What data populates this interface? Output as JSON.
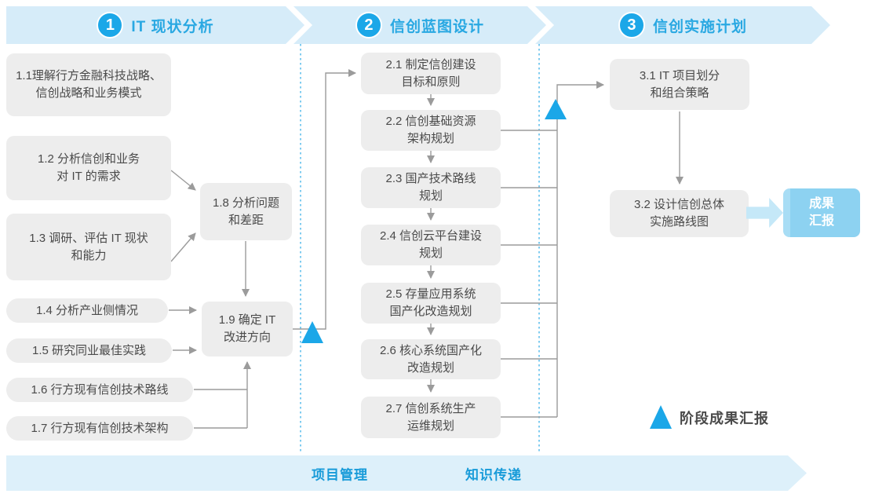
{
  "phases": [
    {
      "number": "1",
      "title": "IT 现状分析"
    },
    {
      "number": "2",
      "title": "信创蓝图设计"
    },
    {
      "number": "3",
      "title": "信创实施计划"
    }
  ],
  "steps": {
    "s1_1": "1.1理解行方金融科技战略、\n信创战略和业务模式",
    "s1_2": "1.2 分析信创和业务\n对 IT 的需求",
    "s1_3": "1.3 调研、评估 IT 现状\n和能力",
    "s1_4": "1.4 分析产业侧情况",
    "s1_5": "1.5 研究同业最佳实践",
    "s1_6": "1.6 行方现有信创技术路线",
    "s1_7": "1.7 行方现有信创技术架构",
    "s1_8": "1.8 分析问题\n和差距",
    "s1_9": "1.9 确定 IT\n改进方向",
    "s2_1": "2.1 制定信创建设\n目标和原则",
    "s2_2": "2.2 信创基础资源\n架构规划",
    "s2_3": "2.3 国产技术路线\n规划",
    "s2_4": "2.4 信创云平台建设\n规划",
    "s2_5": "2.5 存量应用系统\n国产化改造规划",
    "s2_6": "2.6 核心系统国产化\n改造规划",
    "s2_7": "2.7 信创系统生产\n运维规划",
    "s3_1": "3.1 IT 项目划分\n和组合策略",
    "s3_2": "3.2 设计信创总体\n实施路线图"
  },
  "result_box_label": "成果\n汇报",
  "legend_label": "阶段成果汇报",
  "bottom_band": {
    "left_label": "项目管理",
    "right_label": "知识传递"
  },
  "colors": {
    "accent_blue": "#1BA7E8",
    "title_blue": "#29A8E2",
    "band_blue": "#D6ECF9",
    "bottom_band_blue": "#DDF0FA",
    "bottom_label_blue": "#189BD9",
    "box_gray": "#EDEDED",
    "box_text_gray": "#4A4A4A",
    "connector_gray": "#9B9B9B",
    "result_box_blue": "#8DD2F1",
    "thick_arrow_blue": "#C5E8F8"
  },
  "icons": {
    "milestone_marker": "triangle-icon"
  }
}
